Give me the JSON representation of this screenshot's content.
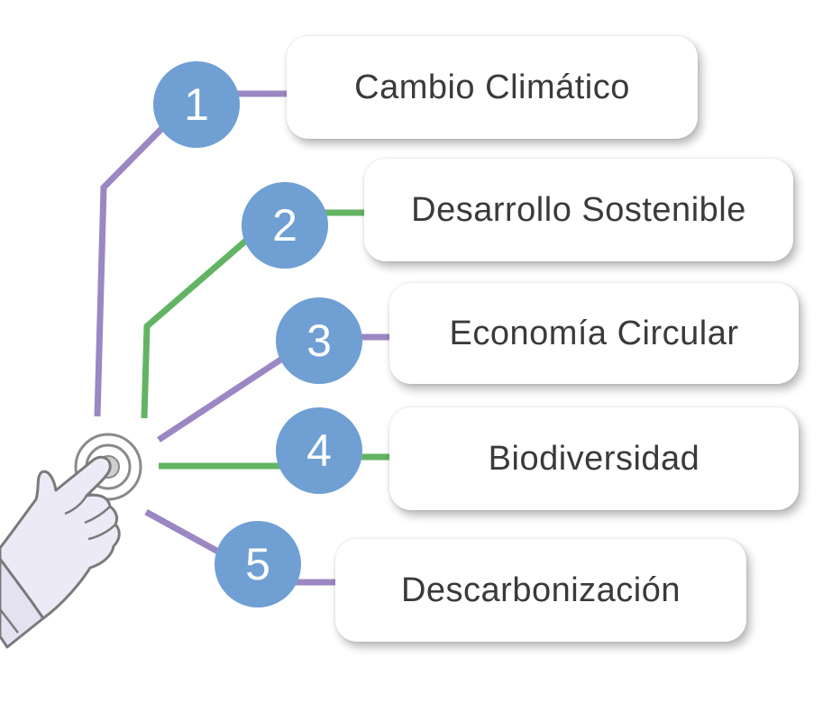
{
  "colors": {
    "purple": "#9b87c3",
    "green": "#62b464",
    "node_fill": "#6f9fd3",
    "card_text": "#3a3a3a"
  },
  "items": [
    {
      "number": "1",
      "label": "Cambio Climático"
    },
    {
      "number": "2",
      "label": "Desarrollo Sostenible"
    },
    {
      "number": "3",
      "label": "Economía Circular"
    },
    {
      "number": "4",
      "label": "Biodiversidad"
    },
    {
      "number": "5",
      "label": "Descarbonización"
    }
  ],
  "icons": {
    "hand": "hand-touch-icon"
  }
}
